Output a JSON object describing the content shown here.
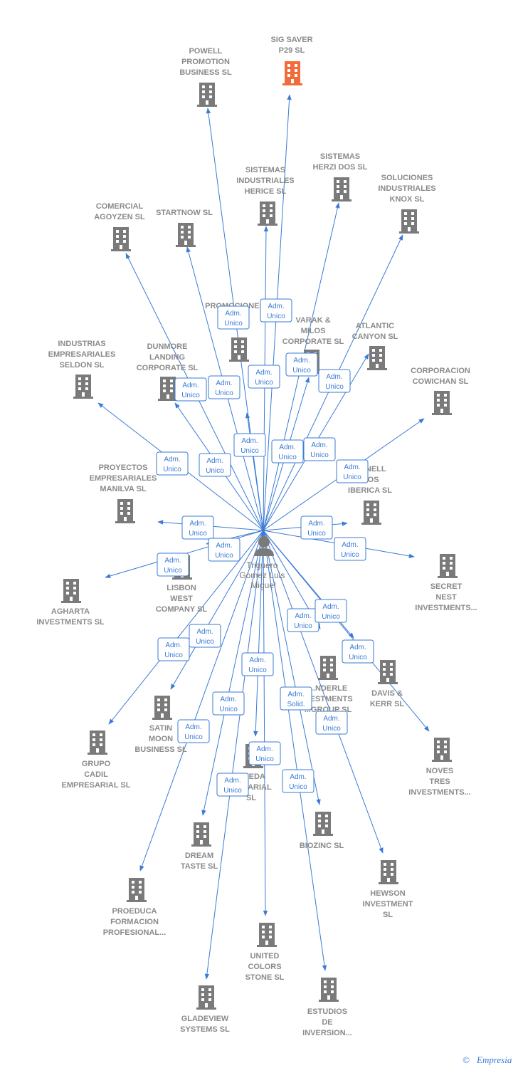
{
  "colors": {
    "edge": "#3a7bd5",
    "node": "#7a7a7a",
    "highlight": "#f26b3a",
    "label": "#8a8a8a",
    "badge_border": "#3a7bd5",
    "badge_text": "#3a7bd5"
  },
  "center": {
    "label": [
      "Triguero",
      "Gomez Luis",
      "Miguel"
    ],
    "icon": "person-icon"
  },
  "nodes": [
    {
      "id": "sig-saver",
      "label": [
        "SIG SAVER",
        "P29  SL"
      ],
      "highlight": true
    },
    {
      "id": "powell",
      "label": [
        "POWELL",
        "PROMOTION",
        "BUSINESS  SL"
      ]
    },
    {
      "id": "sist-herice",
      "label": [
        "SISTEMAS",
        "INDUSTRIALES",
        "HERICE  SL"
      ]
    },
    {
      "id": "sist-herzi",
      "label": [
        "SISTEMAS",
        "HERZI DOS SL"
      ]
    },
    {
      "id": "soluciones-knox",
      "label": [
        "SOLUCIONES",
        "INDUSTRIALES",
        "KNOX SL"
      ]
    },
    {
      "id": "comercial-agoyzen",
      "label": [
        "COMERCIAL",
        "AGOYZEN SL"
      ]
    },
    {
      "id": "startnow",
      "label": [
        "STARTNOW SL"
      ]
    },
    {
      "id": "promociones",
      "label": [
        "PROMOCIONES",
        "D...ION"
      ]
    },
    {
      "id": "varak-milos",
      "label": [
        "VARAK &",
        "MILOS",
        "CORPORATE SL"
      ]
    },
    {
      "id": "atlantic-canyon",
      "label": [
        "ATLANTIC",
        "CANYON SL"
      ]
    },
    {
      "id": "industrias-seldon",
      "label": [
        "INDUSTRIAS",
        "EMPRESARIALES",
        "SELDON SL"
      ]
    },
    {
      "id": "dunmore",
      "label": [
        "DUNMORE",
        "LANDING",
        "CORPORATE SL"
      ]
    },
    {
      "id": "corporacion-cowichan",
      "label": [
        "CORPORACION",
        "COWICHAN SL"
      ]
    },
    {
      "id": "proyectos-manilva",
      "label": [
        "PROYECTOS",
        "EMPRESARIALES",
        "MANILVA SL"
      ]
    },
    {
      "id": "ynell-iberica",
      "label": [
        "...YNELL",
        "...OS",
        "IBERICA  SL"
      ]
    },
    {
      "id": "lisbon-west",
      "label": [
        "LISBON",
        "WEST",
        "COMPANY  SL"
      ]
    },
    {
      "id": "agharta",
      "label": [
        "AGHARTA",
        "INVESTMENTS SL"
      ]
    },
    {
      "id": "secret-nest",
      "label": [
        "SECRET",
        "NEST",
        "INVESTMENTS..."
      ]
    },
    {
      "id": "grupo-cadil",
      "label": [
        "GRUPO",
        "CADIL",
        "EMPRESARIAL SL"
      ]
    },
    {
      "id": "satin-moon",
      "label": [
        "SATIN",
        "MOON",
        "BUSINESS SL"
      ]
    },
    {
      "id": "nderle",
      "label": [
        "...NDERLE",
        "...ESTMENTS",
        "...GROUP SL"
      ]
    },
    {
      "id": "davis-kerr",
      "label": [
        "DAVIS &",
        "KERR SL"
      ]
    },
    {
      "id": "noves-tres",
      "label": [
        "NOVES",
        "TRES",
        "INVESTMENTS..."
      ]
    },
    {
      "id": "veda",
      "label": [
        "...VEDA",
        "...ESARIAL",
        "SL"
      ]
    },
    {
      "id": "dream-taste",
      "label": [
        "DREAM",
        "TASTE SL"
      ]
    },
    {
      "id": "biozinc",
      "label": [
        "BIOZINC SL"
      ]
    },
    {
      "id": "hewson",
      "label": [
        "HEWSON",
        "INVESTMENT",
        "SL"
      ]
    },
    {
      "id": "proeduca",
      "label": [
        "PROEDUCA",
        "FORMACION",
        "PROFESIONAL..."
      ]
    },
    {
      "id": "united-colors",
      "label": [
        "UNITED",
        "COLORS",
        "STONE SL"
      ]
    },
    {
      "id": "gladeview",
      "label": [
        "GLADEVIEW",
        "SYSTEMS  SL"
      ]
    },
    {
      "id": "estudios",
      "label": [
        "ESTUDIOS",
        "DE",
        "INVERSION..."
      ]
    }
  ],
  "edges": [
    {
      "to": "powell",
      "badge": [
        "Adm.",
        "Unico"
      ]
    },
    {
      "to": "sig-saver",
      "badge": [
        "Adm.",
        "Unico"
      ]
    },
    {
      "to": "sist-herice",
      "badge": [
        "Adm.",
        "Unico"
      ]
    },
    {
      "to": "varak-milos",
      "badge": [
        "Adm.",
        "Unico"
      ]
    },
    {
      "to": "sist-herzi",
      "badge": [
        "Adm.",
        "Unico"
      ]
    },
    {
      "to": "dunmore",
      "badge": [
        "Adm.",
        "Unico"
      ]
    },
    {
      "to": "startnow",
      "badge": [
        "Adm.",
        "Unico"
      ]
    },
    {
      "to": "promociones",
      "badge": [
        "Adm.",
        "Unico"
      ]
    },
    {
      "to": "atlantic-canyon",
      "badge": [
        "Adm.",
        "Unico"
      ]
    },
    {
      "to": "soluciones-knox",
      "badge": [
        "Adm.",
        "Unico"
      ]
    },
    {
      "to": "industrias-seldon",
      "badge": [
        "Adm.",
        "Unico"
      ]
    },
    {
      "to": "comercial-agoyzen",
      "badge": [
        "Adm.",
        "Unico"
      ]
    },
    {
      "to": "corporacion-cowichan",
      "badge": [
        "Adm.",
        "Unico"
      ]
    },
    {
      "to": "proyectos-manilva",
      "badge": [
        "Adm.",
        "Unico"
      ]
    },
    {
      "to": "ynell-iberica",
      "badge": [
        "Adm.",
        "Unico"
      ]
    },
    {
      "to": "secret-nest",
      "badge": [
        "Adm.",
        "Unico"
      ]
    },
    {
      "to": "lisbon-west",
      "badge": [
        "Adm.",
        "Unico"
      ]
    },
    {
      "to": "agharta",
      "badge": [
        "Adm.",
        "Unico"
      ]
    },
    {
      "to": "nderle",
      "badge": [
        "Adm.",
        "Unico"
      ]
    },
    {
      "to": "davis-kerr",
      "badge": [
        "Adm.",
        "Unico"
      ]
    },
    {
      "to": "noves-tres",
      "badge": [
        "Adm.",
        "Unico"
      ]
    },
    {
      "to": "satin-moon",
      "badge": [
        "Adm.",
        "Unico"
      ]
    },
    {
      "to": "grupo-cadil",
      "badge": [
        "Adm.",
        "Unico"
      ]
    },
    {
      "to": "veda",
      "badge": [
        "Adm.",
        "Unico"
      ]
    },
    {
      "to": "dream-taste",
      "badge": [
        "Adm.",
        "Unico"
      ]
    },
    {
      "to": "biozinc",
      "badge": [
        "Adm.",
        "Solid."
      ]
    },
    {
      "to": "hewson",
      "badge": [
        "Adm.",
        "Unico"
      ]
    },
    {
      "to": "proeduca",
      "badge": [
        "Adm.",
        "Unico"
      ]
    },
    {
      "to": "united-colors",
      "badge": [
        "Adm.",
        "Unico"
      ]
    },
    {
      "to": "gladeview",
      "badge": [
        "Adm.",
        "Unico"
      ]
    },
    {
      "to": "estudios",
      "badge": [
        "Adm.",
        "Unico"
      ]
    }
  ],
  "watermark": {
    "symbol": "©",
    "text": "Empresia"
  }
}
